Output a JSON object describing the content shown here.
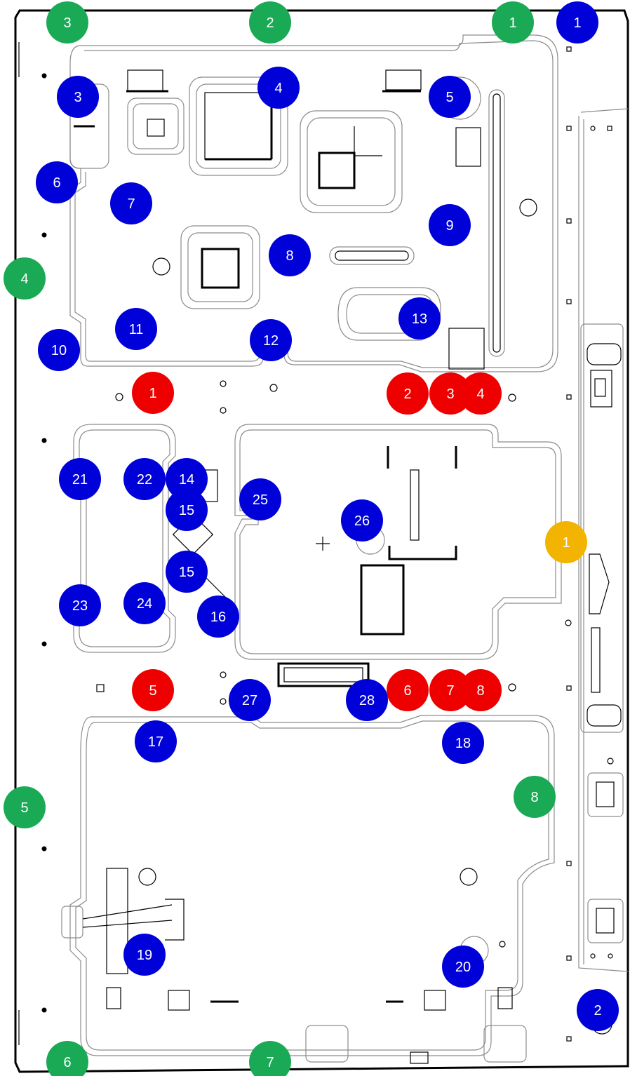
{
  "colors": {
    "blue": "#0000d8",
    "red": "#ee0000",
    "green": "#1aaa55",
    "orange": "#f2b400",
    "line": "#000000",
    "line_gray": "#8c8c8c",
    "background": "#ffffff"
  },
  "markers": {
    "green": [
      {
        "label": "3"
      },
      {
        "label": "2"
      },
      {
        "label": "1"
      },
      {
        "label": "4"
      },
      {
        "label": "5"
      },
      {
        "label": "6"
      },
      {
        "label": "7"
      },
      {
        "label": "8"
      }
    ],
    "blue": [
      {
        "label": "1"
      },
      {
        "label": "2"
      },
      {
        "label": "3"
      },
      {
        "label": "4"
      },
      {
        "label": "5"
      },
      {
        "label": "6"
      },
      {
        "label": "7"
      },
      {
        "label": "8"
      },
      {
        "label": "9"
      },
      {
        "label": "10"
      },
      {
        "label": "11"
      },
      {
        "label": "12"
      },
      {
        "label": "13"
      },
      {
        "label": "14"
      },
      {
        "label": "15"
      },
      {
        "label": "15"
      },
      {
        "label": "16"
      },
      {
        "label": "17"
      },
      {
        "label": "18"
      },
      {
        "label": "19"
      },
      {
        "label": "20"
      },
      {
        "label": "21"
      },
      {
        "label": "22"
      },
      {
        "label": "23"
      },
      {
        "label": "24"
      },
      {
        "label": "25"
      },
      {
        "label": "26"
      },
      {
        "label": "27"
      },
      {
        "label": "28"
      }
    ],
    "red": [
      {
        "label": "1"
      },
      {
        "label": "2"
      },
      {
        "label": "3"
      },
      {
        "label": "4"
      },
      {
        "label": "5"
      },
      {
        "label": "6"
      },
      {
        "label": "7"
      },
      {
        "label": "8"
      }
    ],
    "orange": [
      {
        "label": "1"
      }
    ]
  }
}
